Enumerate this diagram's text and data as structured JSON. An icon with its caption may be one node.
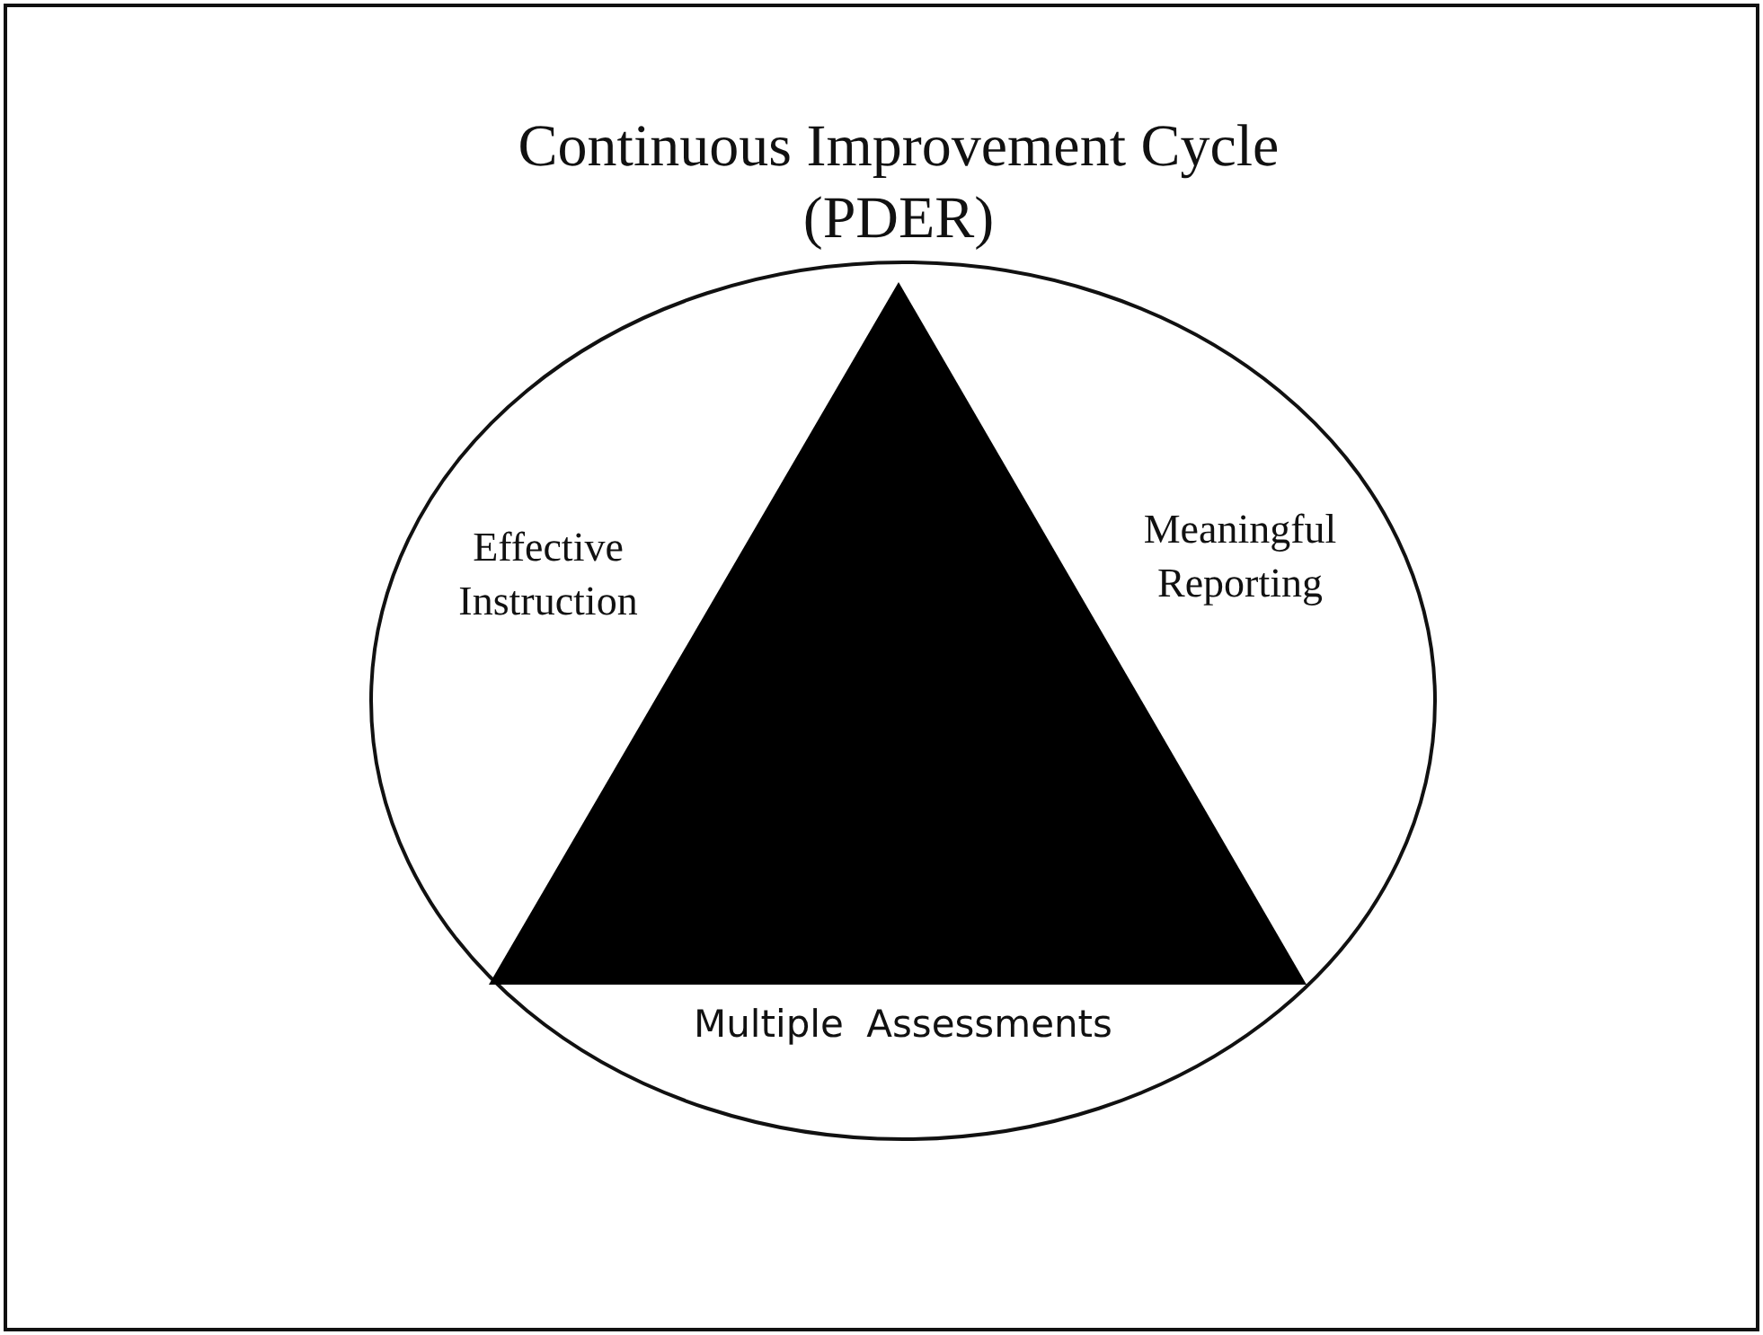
{
  "diagram": {
    "title": "Continuous Improvement Cycle (PDER)",
    "nodes": [
      {
        "text": [
          "Effective Instruction",
          "Meaningful Reporting",
          "Multiple Assessments"
        ]
      }
    ]
  }
}
